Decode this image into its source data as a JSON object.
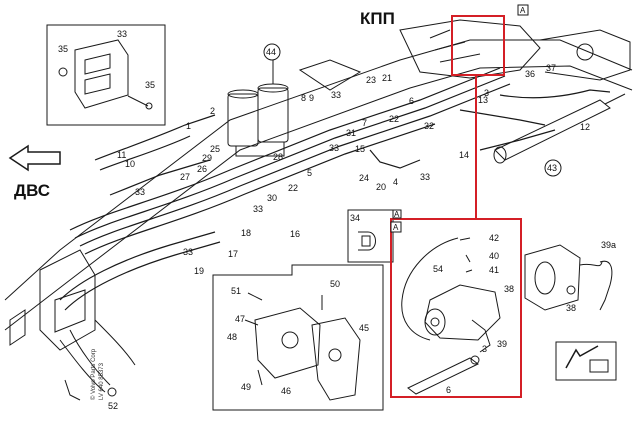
{
  "labels": {
    "gearbox": "КПП",
    "engine": "ДВС",
    "credit_line1": "© Volvo Parts Corp",
    "credit_line2": "LV 640 85373",
    "detail_ref_top": "A",
    "detail_ref_mid": "A",
    "detail_ref_inset": "A"
  },
  "part_numbers": {
    "p1": "1",
    "p2": "2",
    "p3": "3",
    "p4": "4",
    "p5": "5",
    "p6": "6",
    "p7": "7",
    "p8": "8",
    "p9": "9",
    "p10": "10",
    "p11": "11",
    "p12": "12",
    "p13": "13",
    "p14": "14",
    "p15": "15",
    "p16": "16",
    "p17": "17",
    "p18": "18",
    "p19": "19",
    "p20": "20",
    "p21": "21",
    "p22": "22",
    "p23": "23",
    "p24": "24",
    "p25": "25",
    "p26": "26",
    "p27": "27",
    "p28": "28",
    "p29": "29",
    "p30": "30",
    "p31": "31",
    "p32": "32",
    "p33": "33",
    "p34": "34",
    "p35": "35",
    "p36": "36",
    "p37": "37",
    "p38": "38",
    "p39": "39",
    "p39a": "39a",
    "p40": "40",
    "p41": "41",
    "p42": "42",
    "p43": "43",
    "p44": "44",
    "p45": "45",
    "p46": "46",
    "p47": "47",
    "p48": "48",
    "p49": "49",
    "p50": "50",
    "p51": "51",
    "p52": "52",
    "p54": "54"
  },
  "colors": {
    "highlight": "#d41f26",
    "line": "#1a1a1a",
    "background": "#ffffff"
  },
  "icons": {
    "engine_direction": "left-arrow-icon",
    "view_direction": "view-arrow-icon"
  }
}
